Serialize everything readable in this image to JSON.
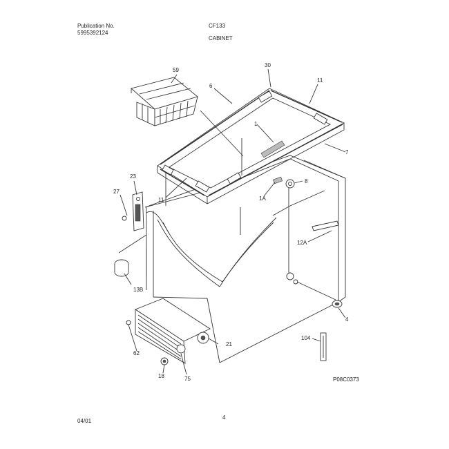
{
  "header": {
    "publication_label": "Publication No.",
    "publication_number": "5995392124",
    "model": "CF133",
    "section": "CABINET"
  },
  "footer": {
    "date": "04/01",
    "page": "4"
  },
  "figure_code": "P08C0373",
  "callouts": {
    "c59": "59",
    "c30": "30",
    "c6": "6",
    "c11a": "11",
    "c1": "1",
    "c7": "7",
    "c23": "23",
    "c27": "27",
    "c11b": "11",
    "c1a": "1A",
    "c8": "8",
    "c12a": "12A",
    "c13b": "13B",
    "c21": "21",
    "c62": "62",
    "c18": "18",
    "c75": "75",
    "c104": "104",
    "c4": "4"
  }
}
